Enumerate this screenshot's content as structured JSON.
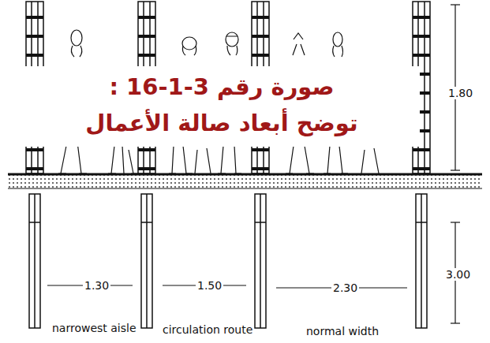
{
  "diagram": {
    "title": "صورة رقم 3-1-16 :",
    "caption": "توضح أبعاد صالة الأعمال",
    "labels": [
      "1.80",
      "1.30",
      "1.50",
      "2.30",
      "3.00",
      "narrowest aisle",
      "circulation route",
      "normal width"
    ]
  }
}
